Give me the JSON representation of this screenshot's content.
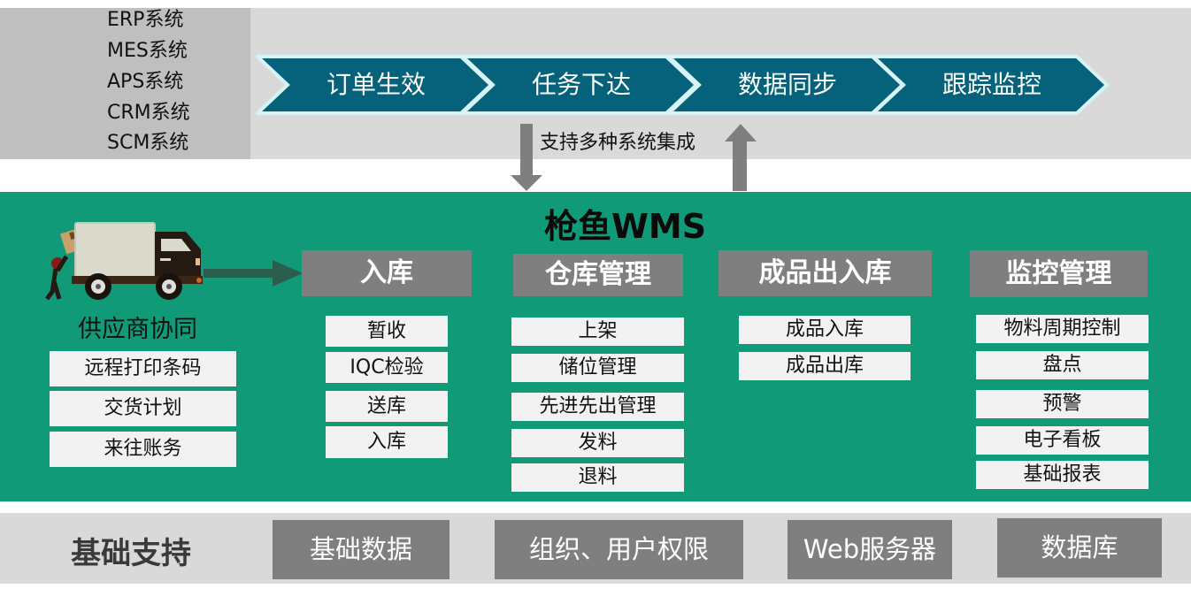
{
  "external_systems": [
    "ERP系统",
    "MES系统",
    "APS系统",
    "CRM系统",
    "SCM系统"
  ],
  "process_flow": [
    {
      "label": "订单生效"
    },
    {
      "label": "任务下达"
    },
    {
      "label": "数据同步"
    },
    {
      "label": "跟踪监控"
    }
  ],
  "integration_label": "支持多种系统集成",
  "wms_title": "枪鱼WMS",
  "supplier": {
    "label": "供应商协同",
    "icon": "delivery-truck-icon",
    "items": [
      "远程打印条码",
      "交货计划",
      "来往账务"
    ]
  },
  "modules": [
    {
      "title": "入库",
      "items": [
        "暂收",
        "IQC检验",
        "送库",
        "入库"
      ]
    },
    {
      "title": "仓库管理",
      "items": [
        "上架",
        "储位管理",
        "先进先出管理",
        "发料",
        "退料"
      ]
    },
    {
      "title": "成品出入库",
      "items": [
        "成品入库",
        "成品出库"
      ]
    },
    {
      "title": "监控管理",
      "items": [
        "物料周期控制",
        "盘点",
        "预警",
        "电子看板",
        "基础报表"
      ]
    }
  ],
  "basic_support": {
    "label": "基础支持",
    "items": [
      "基础数据",
      "组织、用户权限",
      "Web服务器",
      "数据库"
    ]
  },
  "colors": {
    "green_bg": "#109a77",
    "chevron_fill": "#05627a",
    "chevron_border": "#d6f4f7",
    "header_gray": "#7f7f7f",
    "item_bg": "#f2f2f2",
    "band_gray": "#d9d9d9"
  }
}
